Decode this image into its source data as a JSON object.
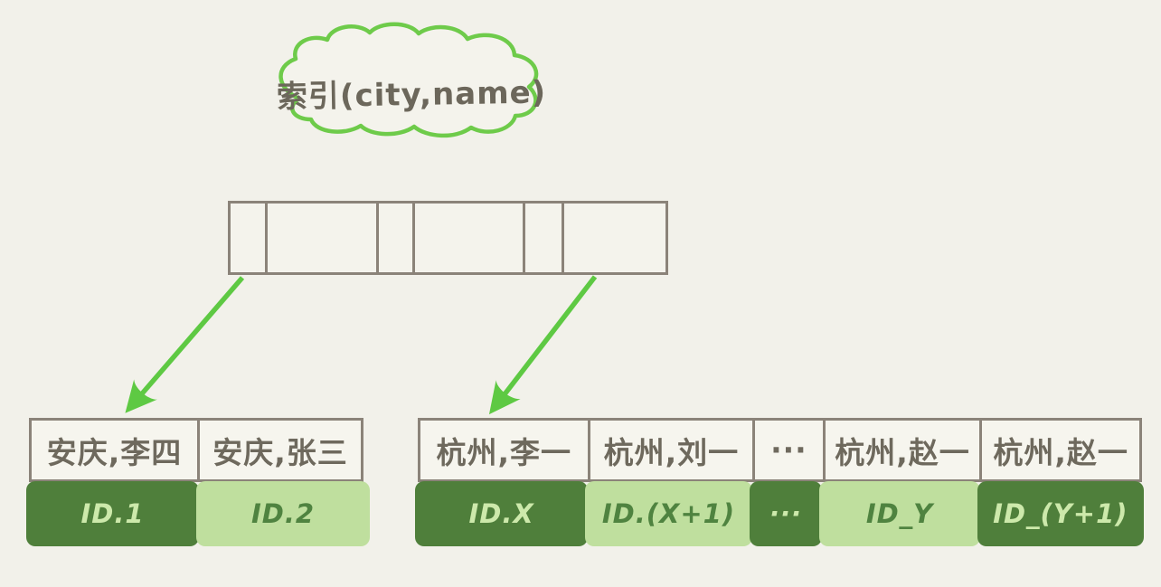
{
  "cloud": {
    "label": "索引(city,name)"
  },
  "colors": {
    "background": "#f2f1ea",
    "cloud_stroke_green": "#6ecb4a",
    "arrow_green": "#5ec943",
    "border_gray": "#8b8379",
    "text_gray": "#6e695d",
    "dark_green_cell": "#4f7f3b",
    "light_green_cell": "#bfdf9e",
    "light_green_text": "#cde9ab",
    "dark_green_text": "#4f8340"
  },
  "index_node": {
    "cell_count": 6
  },
  "left_block": {
    "keys": [
      "安庆,李四",
      "安庆,张三"
    ],
    "ids": [
      {
        "label": "ID.1",
        "tone": "dark"
      },
      {
        "label": "ID.2",
        "tone": "light"
      }
    ]
  },
  "right_block": {
    "keys": [
      "杭州,李一",
      "杭州,刘一",
      "···",
      "杭州,赵一",
      "杭州,赵一"
    ],
    "ids": [
      {
        "label": "ID.X",
        "tone": "dark"
      },
      {
        "label": "ID.(X+1)",
        "tone": "light"
      },
      {
        "label": "···",
        "tone": "dark"
      },
      {
        "label": "ID_Y",
        "tone": "light"
      },
      {
        "label": "ID_(Y+1)",
        "tone": "dark"
      }
    ]
  }
}
